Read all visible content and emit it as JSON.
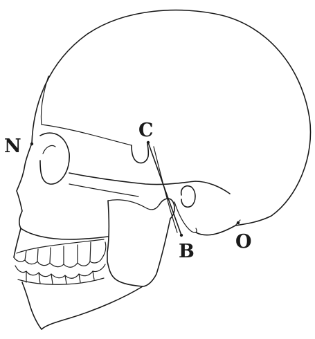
{
  "landmarks": {
    "n": "N",
    "c": "C",
    "b": "B",
    "o": "O"
  }
}
